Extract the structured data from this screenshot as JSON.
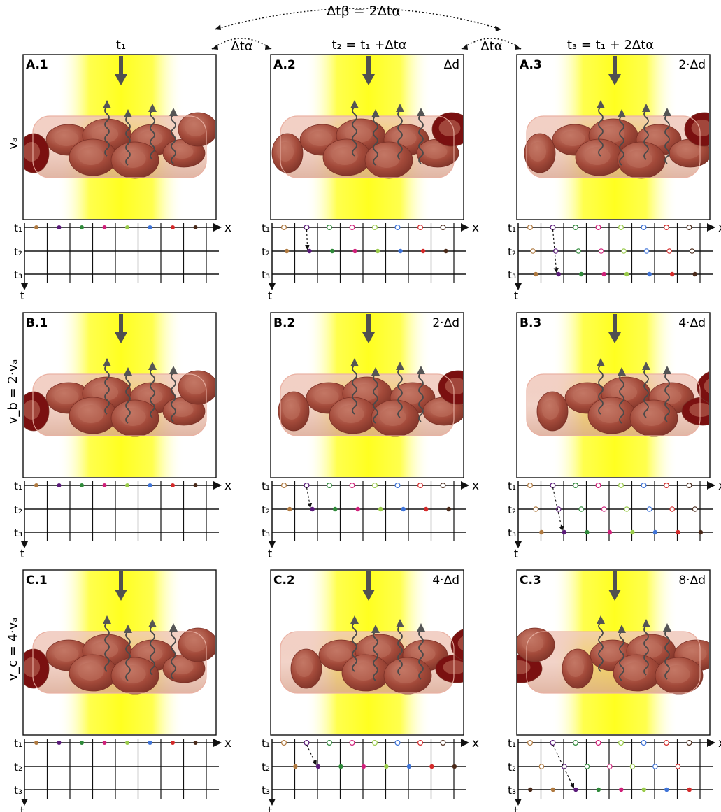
{
  "header": {
    "top_relation": "Δtβ = 2Δtα",
    "interval_left": "Δtα",
    "interval_right": "Δtα",
    "col_labels": [
      "t₁",
      "t₂ = t₁ +Δtα",
      "t₃ = t₁ + 2Δtα"
    ]
  },
  "rows": [
    {
      "side_label": "vₐ",
      "panels": [
        {
          "id": "A.1",
          "disp": ""
        },
        {
          "id": "A.2",
          "disp": "Δd"
        },
        {
          "id": "A.3",
          "disp": "2·Δd"
        }
      ]
    },
    {
      "side_label": "v_b = 2·vₐ",
      "panels": [
        {
          "id": "B.1",
          "disp": ""
        },
        {
          "id": "B.2",
          "disp": "2·Δd"
        },
        {
          "id": "B.3",
          "disp": "4·Δd"
        }
      ]
    },
    {
      "side_label": "v_c = 4·vₐ",
      "panels": [
        {
          "id": "C.1",
          "disp": ""
        },
        {
          "id": "C.2",
          "disp": "4·Δd"
        },
        {
          "id": "C.3",
          "disp": "8·Δd"
        }
      ]
    }
  ],
  "axis": {
    "x_label": "x",
    "t_label": "t",
    "t_rows": [
      "t₁",
      "t₂",
      "t₃"
    ]
  },
  "colors": {
    "light": "#ffff3a",
    "tube": "#e9b1a4",
    "cell": "#a44c3c",
    "cell_dark": "#7a1010",
    "arrow": "#505050",
    "dots": [
      "#b07a40",
      "#5a1a7a",
      "#2f8a3a",
      "#d0207a",
      "#9acb4a",
      "#3f74d8",
      "#d42a2a",
      "#4a2a1a"
    ]
  }
}
